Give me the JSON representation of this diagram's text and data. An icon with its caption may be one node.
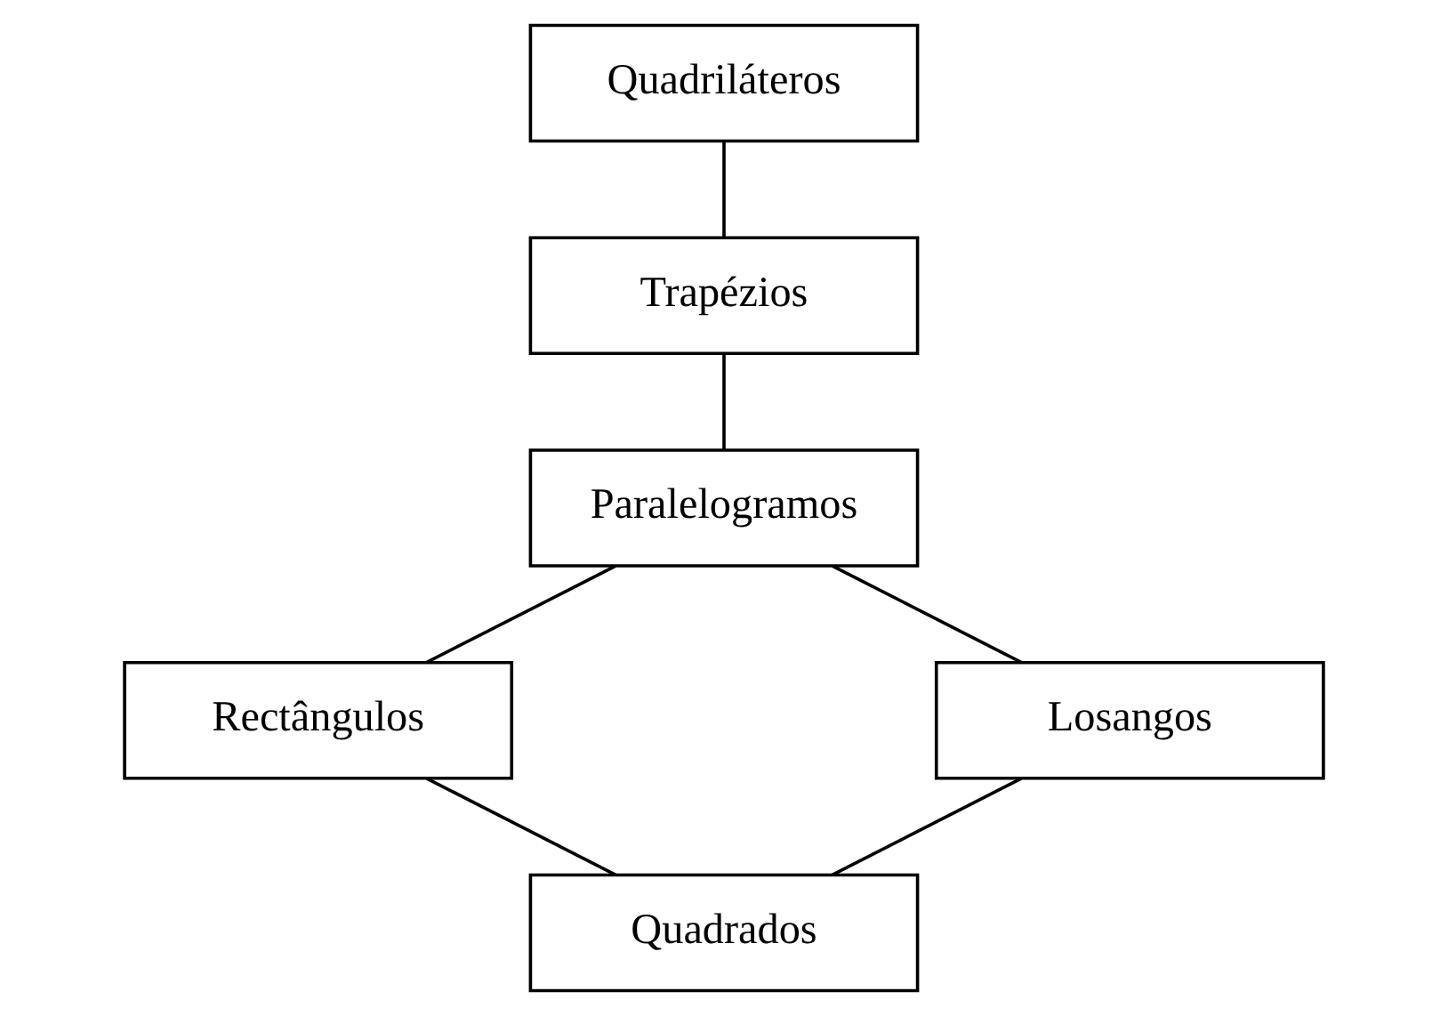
{
  "diagram": {
    "nodes": [
      {
        "text": [
          "Quadriláteros"
        ]
      },
      {
        "text": [
          "Trapézios"
        ]
      },
      {
        "text": [
          "Paralelogramos"
        ]
      },
      {
        "text": [
          "Rectângulos"
        ]
      },
      {
        "text": [
          "Losangos"
        ]
      },
      {
        "text": [
          "Quadrados"
        ]
      }
    ],
    "edges": [
      {
        "from": 0,
        "to": 1,
        "arrow": "none"
      },
      {
        "from": 1,
        "to": 2,
        "arrow": "none"
      },
      {
        "from": 2,
        "to": 3,
        "arrow": "none"
      },
      {
        "from": 2,
        "to": 4,
        "arrow": "none"
      },
      {
        "from": 3,
        "to": 5,
        "arrow": "none"
      },
      {
        "from": 4,
        "to": 5,
        "arrow": "none"
      }
    ]
  }
}
